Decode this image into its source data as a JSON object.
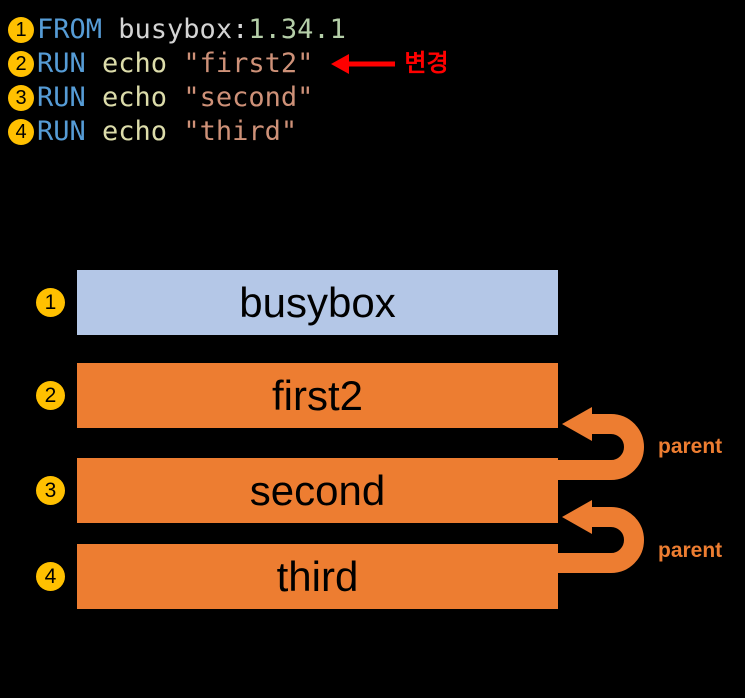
{
  "colors": {
    "background": "#000000",
    "code_keyword": "#569CD6",
    "code_plain": "#D4D4D4",
    "code_number": "#B5CEA8",
    "code_command": "#DCDCAA",
    "code_string": "#CE9178",
    "annotation_red": "#FF0000",
    "badge_gold": "#FFC000",
    "badge_number": "#000000",
    "layer_base_blue": "#B4C7E7",
    "layer_orange": "#ED7D31",
    "layer_text": "#000000",
    "parent_label_orange": "#ED7D31"
  },
  "code": {
    "lines": [
      {
        "badge": "1",
        "tokens": [
          {
            "text": "FROM ",
            "type": "keyword"
          },
          {
            "text": "busybox:",
            "type": "plain"
          },
          {
            "text": "1.34.1",
            "type": "number"
          }
        ]
      },
      {
        "badge": "2",
        "tokens": [
          {
            "text": "RUN ",
            "type": "keyword"
          },
          {
            "text": "echo ",
            "type": "command"
          },
          {
            "text": "\"first2\"",
            "type": "string"
          }
        ],
        "annotation": "변경"
      },
      {
        "badge": "3",
        "tokens": [
          {
            "text": "RUN ",
            "type": "keyword"
          },
          {
            "text": "echo ",
            "type": "command"
          },
          {
            "text": "\"second\"",
            "type": "string"
          }
        ]
      },
      {
        "badge": "4",
        "tokens": [
          {
            "text": "RUN ",
            "type": "keyword"
          },
          {
            "text": "echo ",
            "type": "command"
          },
          {
            "text": "\"third\"",
            "type": "string"
          }
        ]
      }
    ]
  },
  "diagram": {
    "layers": [
      {
        "badge": "1",
        "label": "busybox",
        "type": "base-image"
      },
      {
        "badge": "2",
        "label": "first2",
        "type": "layer"
      },
      {
        "badge": "3",
        "label": "second",
        "type": "layer"
      },
      {
        "badge": "4",
        "label": "third",
        "type": "layer"
      }
    ],
    "parent_arrows": [
      {
        "label": "parent",
        "from_layer": "second",
        "to_layer": "first2"
      },
      {
        "label": "parent",
        "from_layer": "third",
        "to_layer": "second"
      }
    ]
  }
}
